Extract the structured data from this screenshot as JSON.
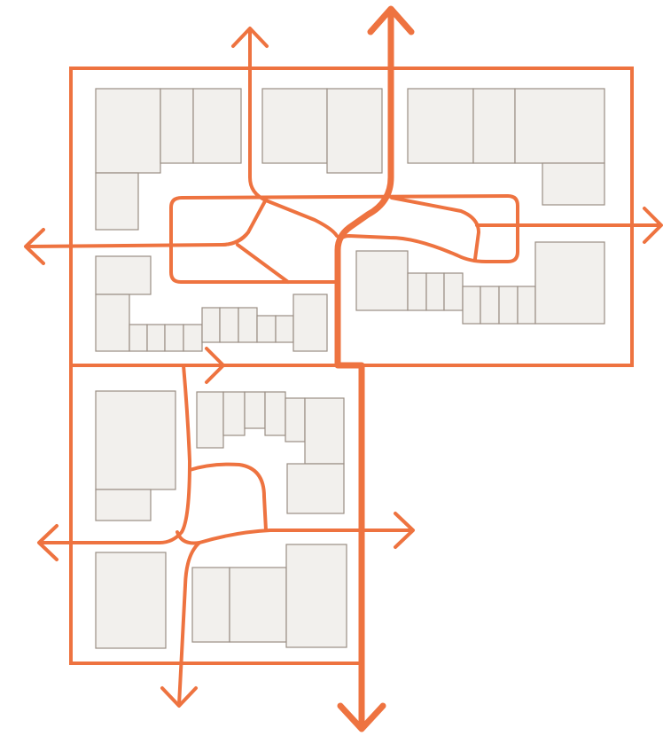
{
  "diagram": {
    "kind": "site-plan-circulation",
    "colors": {
      "route": "#EE7340",
      "building_fill": "#F2F0ED",
      "building_stroke": "#9A8E84",
      "background": "#FFFFFF"
    },
    "blocks": [
      "north-west",
      "north-east",
      "south"
    ],
    "arrow_directions": [
      "north",
      "north",
      "east",
      "west",
      "east",
      "west",
      "east",
      "south",
      "south"
    ]
  }
}
